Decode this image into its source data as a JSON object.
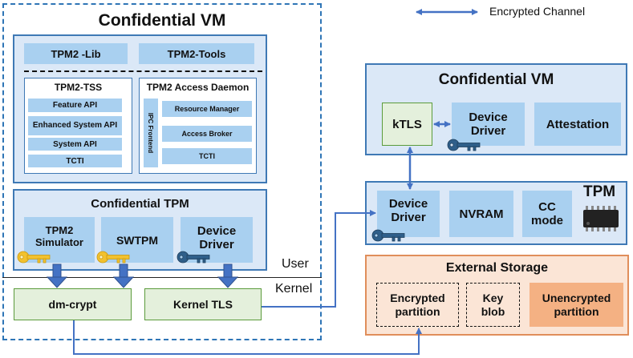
{
  "legend": {
    "encrypted_channel": "Encrypted Channel"
  },
  "left_vm": {
    "title": "Confidential VM",
    "tpm2_lib": "TPM2 -Lib",
    "tpm2_tools": "TPM2-Tools",
    "tss": {
      "title": "TPM2-TSS",
      "items": [
        "Feature API",
        "Enhanced System API",
        "System API",
        "TCTI"
      ]
    },
    "daemon": {
      "title": "TPM2 Access Daemon",
      "frontend": "IPC Frontend",
      "items": [
        "Resource Manager",
        "Access Broker",
        "TCTI"
      ]
    },
    "ctpm": {
      "title": "Confidential TPM",
      "simulator": "TPM2 Simulator",
      "swtpm": "SWTPM",
      "device_driver": "Device Driver"
    },
    "user_label": "User",
    "kernel_label": "Kernel",
    "dm_crypt": "dm-crypt",
    "kernel_tls": "Kernel TLS"
  },
  "right_vm": {
    "title": "Confidential VM",
    "ktls": "kTLS",
    "device_driver": "Device Driver",
    "attestation": "Attestation"
  },
  "tpm": {
    "title": "TPM",
    "device_driver": "Device Driver",
    "nvram": "NVRAM",
    "cc_mode": "CC mode"
  },
  "storage": {
    "title": "External Storage",
    "encrypted": "Encrypted partition",
    "key_blob": "Key blob",
    "unencrypted": "Unencrypted partition"
  },
  "colors": {
    "blue_border": "#3f79b5",
    "panel_fill": "#dbe8f7",
    "tile_fill": "#a9d0f0",
    "green_fill": "#e4f0dc",
    "storage_fill": "#fbe5d6",
    "storage_tile": "#f4b183",
    "arrow": "#4472c4",
    "key_gold": "#f2c12e",
    "key_dark": "#2f5f8a"
  }
}
